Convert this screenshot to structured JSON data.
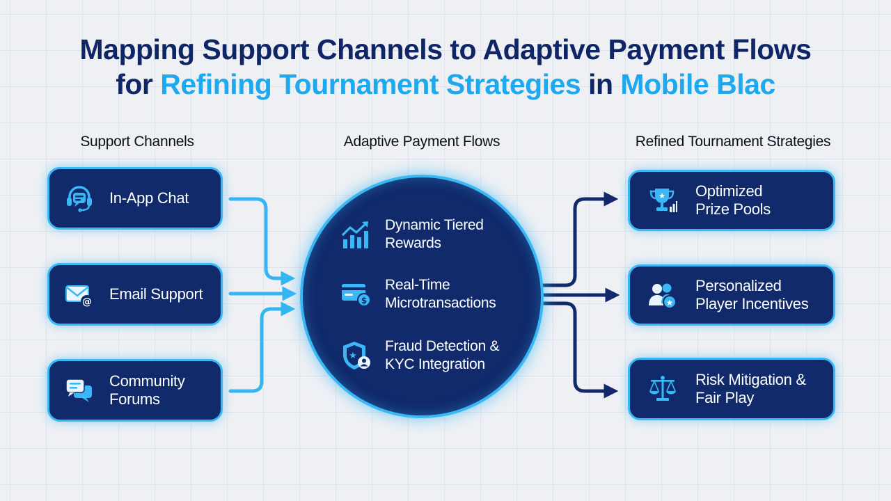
{
  "title": {
    "line1": "Mapping Support Channels to Adaptive Payment Flows",
    "line2_prefix": "for",
    "line2_highlight_a": "Refining Tournament Strategies",
    "line2_mid": "in",
    "line2_highlight_b": "Mobile Blac"
  },
  "columns": {
    "support": "Support Channels",
    "payment": "Adaptive Payment Flows",
    "strategies": "Refined Tournament Strategies"
  },
  "support_channels": [
    {
      "label": "In-App Chat",
      "icon": "headset-chat-icon"
    },
    {
      "label": "Email Support",
      "icon": "envelope-at-icon"
    },
    {
      "label": "Community Forums",
      "icon": "forum-bubbles-icon"
    }
  ],
  "payment_flows": [
    {
      "label": "Dynamic Tiered Rewards",
      "icon": "trending-bars-icon"
    },
    {
      "label": "Real-Time Microtransactions",
      "icon": "card-coin-icon"
    },
    {
      "label": "Fraud Detection & KYC Integration",
      "icon": "shield-user-icon"
    }
  ],
  "strategies": [
    {
      "label": "Optimized Prize Pools",
      "icon": "trophy-icon"
    },
    {
      "label": "Personalized Player Incentives",
      "icon": "players-star-icon"
    },
    {
      "label": "Risk Mitigation & Fair Play",
      "icon": "balance-scale-icon"
    }
  ],
  "colors": {
    "navy": "#102a6b",
    "title_navy": "#0f2566",
    "accent": "#1ea8ee",
    "glow": "#3ab8f5",
    "wire_left": "#35b6f3",
    "wire_right": "#13296b"
  }
}
